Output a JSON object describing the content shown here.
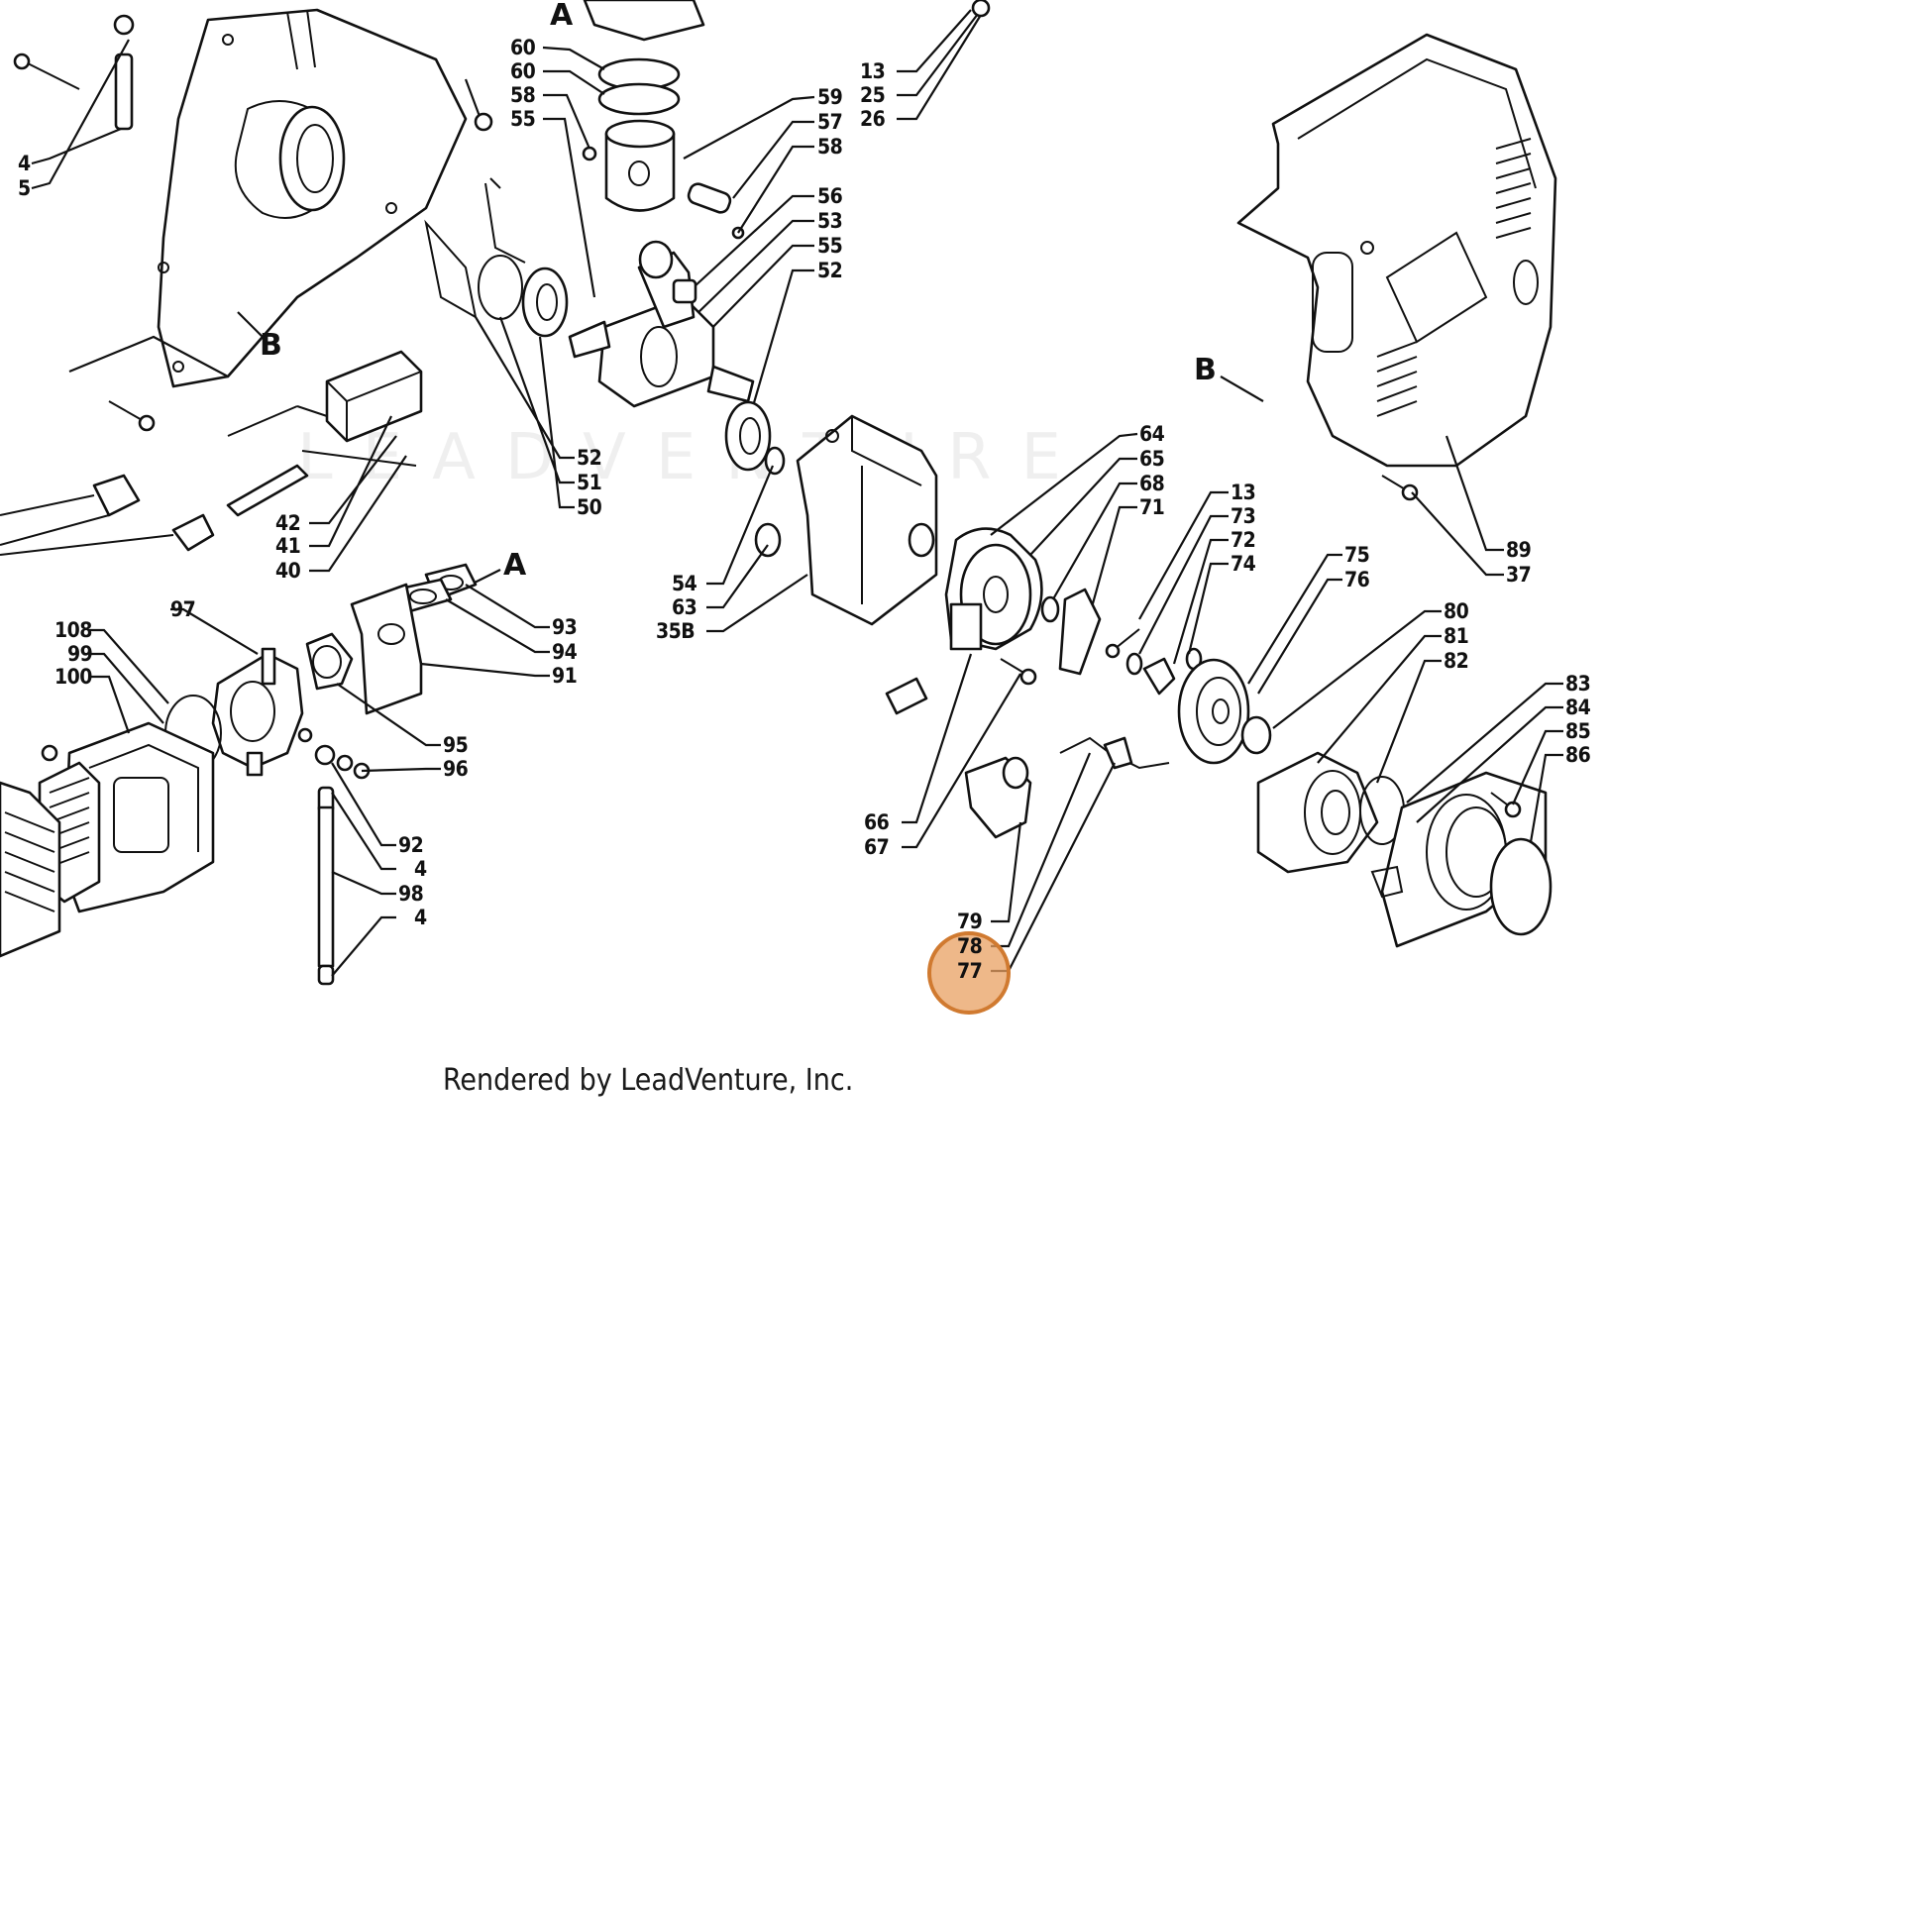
{
  "watermark": "LEADVENTURE",
  "credit": "Rendered by LeadVenture, Inc.",
  "highlight_color": "#e8a062",
  "highlight_stroke": "#d07a30",
  "highlighted_callout": "77",
  "section_letters": {
    "a_top": "A",
    "a_mid": "A",
    "b_left": "B",
    "b_right": "B"
  },
  "callouts": {
    "c4_top": "4",
    "c5": "5",
    "c60a": "60",
    "c60b": "60",
    "c58a": "58",
    "c55a": "55",
    "c13a": "13",
    "c25": "25",
    "c26": "26",
    "c59": "59",
    "c57": "57",
    "c58b": "58",
    "c56": "56",
    "c53": "53",
    "c55b": "55",
    "c52a": "52",
    "c52b": "52",
    "c51": "51",
    "c50": "50",
    "c42": "42",
    "c41": "41",
    "c40": "40",
    "c64": "64",
    "c65": "65",
    "c68": "68",
    "c71": "71",
    "c13b": "13",
    "c73": "73",
    "c72": "72",
    "c74": "74",
    "c75": "75",
    "c76": "76",
    "c89": "89",
    "c37": "37",
    "c54": "54",
    "c63": "63",
    "c35b": "35B",
    "c108": "108",
    "c99": "99",
    "c100": "100",
    "c97": "97",
    "c93": "93",
    "c94": "94",
    "c91": "91",
    "c95": "95",
    "c96": "96",
    "c92": "92",
    "c4b": "4",
    "c98": "98",
    "c4c": "4",
    "c80": "80",
    "c81": "81",
    "c82": "82",
    "c83": "83",
    "c84": "84",
    "c85": "85",
    "c86": "86",
    "c66": "66",
    "c67": "67",
    "c79": "79",
    "c78": "78",
    "c77": "77"
  }
}
